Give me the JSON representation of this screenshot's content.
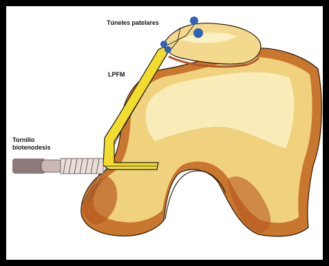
{
  "labels": {
    "patellar_tunnels": "Túneles patelares",
    "graft": "LPFM",
    "screw_line1": "Tornillo",
    "screw_line2": "biotenodesis"
  },
  "colors": {
    "border": "#000000",
    "bone_light": "#F7E6A6",
    "bone_mid": "#EFCF78",
    "cortex_orange": "#D48A3A",
    "cortex_dark": "#8A3A10",
    "graft_yellow": "#F2DC2E",
    "graft_outline": "#1A1A1A",
    "tunnel_blue": "#2E63B8",
    "screw_gray": "#9A8A88"
  },
  "icons": {
    "tunnel_marker": "blue-dot",
    "screw": "threaded-screw"
  }
}
